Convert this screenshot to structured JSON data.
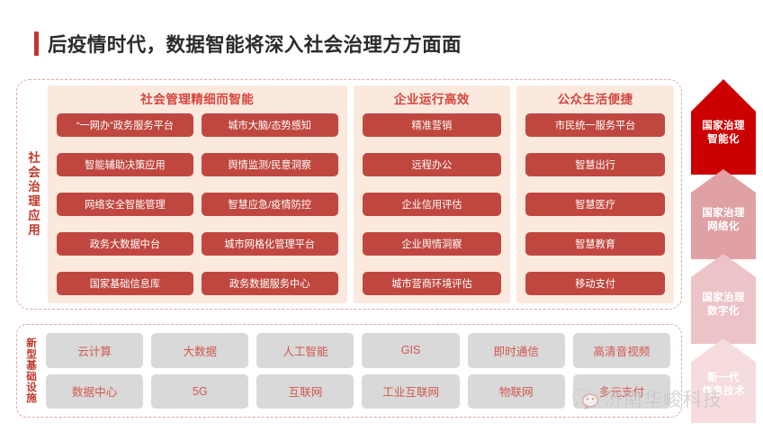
{
  "title": "后疫情时代，数据智能将深入社会治理方方面面",
  "colors": {
    "accent_red": "#c4342f",
    "chip_red": "#c0473f",
    "panel_bg": "#fbe9de",
    "dashed_border": "#e0a7a0",
    "gray_chip": "#d9d9d9",
    "arrow_top": "#cc0000"
  },
  "applications": {
    "side_label": "社会治理应用",
    "panels": [
      {
        "heading": "社会管理精细而智能",
        "chips": [
          "“一网办”政务服务平台",
          "城市大脑/态势感知",
          "智能辅助决策应用",
          "舆情监测/民意洞察",
          "网络安全智能管理",
          "智慧应急/疫情防控",
          "政务大数据中台",
          "城市网格化管理平台",
          "国家基础信息库",
          "政务数据服务中心"
        ]
      },
      {
        "heading": "企业运行高效",
        "chips": [
          "精准营销",
          "远程办公",
          "企业信用评估",
          "企业舆情洞察",
          "城市营商环境评估"
        ]
      },
      {
        "heading": "公众生活便捷",
        "chips": [
          "市民统一服务平台",
          "智慧出行",
          "智慧医疗",
          "智慧教育",
          "移动支付"
        ]
      }
    ]
  },
  "infrastructure": {
    "side_label": "新型基础设施",
    "chips": [
      "云计算",
      "大数据",
      "人工智能",
      "GIS",
      "即时通信",
      "高清音视频",
      "数据中心",
      "5G",
      "互联网",
      "工业互联网",
      "物联网",
      "多元支付"
    ]
  },
  "arrow_stack": {
    "segments": [
      "国家治理\n智能化",
      "国家治理\n网络化",
      "国家治理\n数字化",
      "新一代\n信息技术"
    ]
  },
  "watermark": {
    "icon": "wechat-icon",
    "text": "济南华峻科技"
  }
}
